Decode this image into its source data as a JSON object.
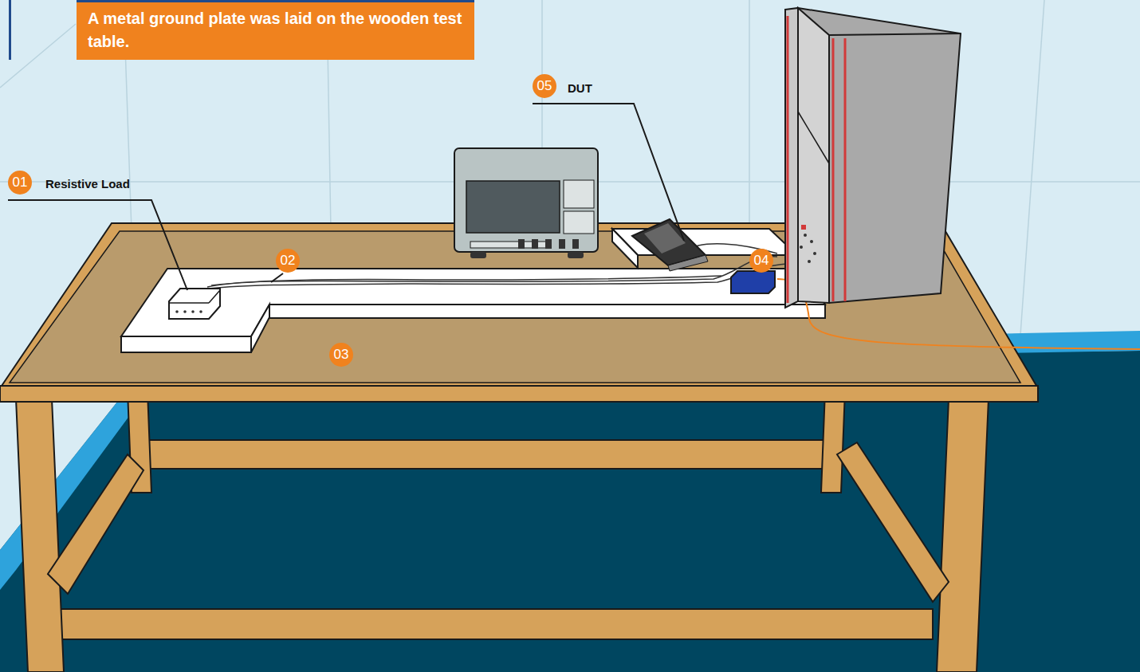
{
  "diagram": {
    "nodes": [
      {
        "text": [
          "A metal ground plate was laid on the wooden test table."
        ]
      }
    ],
    "labels": [
      "01",
      "Resistive Load",
      "02",
      "03",
      "04",
      "05",
      "DUT"
    ]
  }
}
